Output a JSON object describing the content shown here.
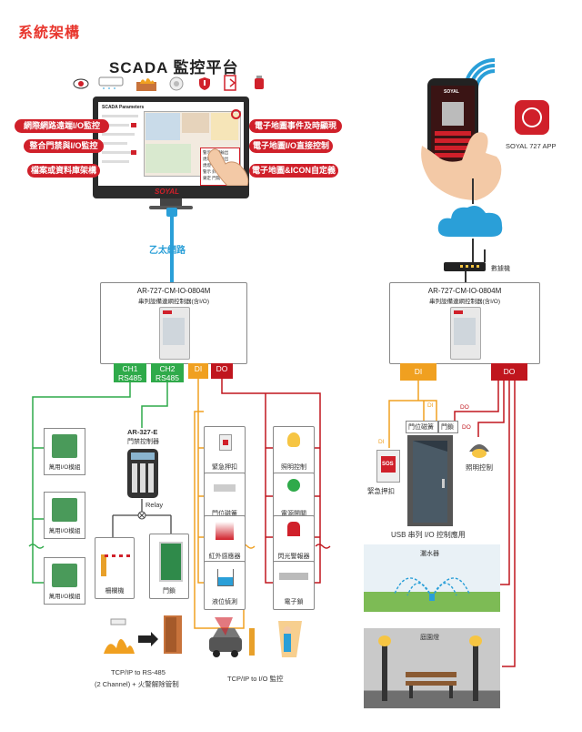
{
  "page_title": "系統架構",
  "scada_title": "SCADA 監控平台",
  "left_labels": [
    "網際網路遠端I/O監控",
    "整合門禁與I/O監控",
    "檔案或資料庫架構"
  ],
  "right_labels": [
    "電子地圖事件及時顯現",
    "電子地圖I/O直接控制",
    "電子地圖&ICON自定義"
  ],
  "screen": {
    "header": "SCADA Parameters",
    "menu_items": [
      "警示 門門輸出",
      "熄燈 門門輸出",
      "熄燈 門門輸出",
      "警示 鈴聲",
      "鎖定 門開"
    ],
    "brand": "SOYAL"
  },
  "network_label": "乙太網路",
  "controller_left": {
    "model": "AR-727-CM-IO-0804M",
    "desc": "串列設備連網控制器(含I/O)"
  },
  "controller_right": {
    "model": "AR-727-CM-IO-0804M",
    "desc": "串列設備連網控制器(含I/O)"
  },
  "ports_left": [
    "CH1 RS485",
    "CH2 RS485",
    "DI",
    "DO"
  ],
  "ports_right": [
    "DI",
    "DO"
  ],
  "io_modules": [
    "萬用I/O模組",
    "萬用I/O模組",
    "萬用I/O模組"
  ],
  "reader": {
    "model": "AR-327-E",
    "desc": "門禁控制器"
  },
  "relay_label": "Relay",
  "gate_labels": [
    "柵欄機",
    "門鎖"
  ],
  "di_devices": [
    "緊急押扣",
    "門位磁簧",
    "紅外感應器",
    "液位偵測"
  ],
  "do_devices": [
    "照明控制",
    "電源開關",
    "閃光警報器",
    "電子鎖"
  ],
  "bottom_left_caption_1": "TCP/IP  to  RS-485",
  "bottom_left_caption_2": "(2 Channel) + 火警解除管制",
  "bottom_mid_caption": "TCP/IP  to  I/O 監控",
  "app": {
    "label": "SOYAL 727 APP",
    "brand": "SOYAL"
  },
  "router_label": "數據機",
  "right_di_tags": [
    "DI",
    "DI"
  ],
  "right_do_tags": [
    "DO",
    "DO"
  ],
  "right_devices": {
    "door_sensor": "門位磁簧",
    "lock": "門鎖",
    "sos": "緊急押扣",
    "light": "照明控制",
    "sos_text": "SOS"
  },
  "usb_caption": "USB 串列 I/O 控制應用",
  "scene_sprinkler": "灑水器",
  "scene_light": "庭園燈",
  "colors": {
    "red": "#d0202a",
    "green": "#2faa4a",
    "orange": "#f0a020",
    "blue": "#2a9fd8",
    "darkred": "#c0161e"
  }
}
